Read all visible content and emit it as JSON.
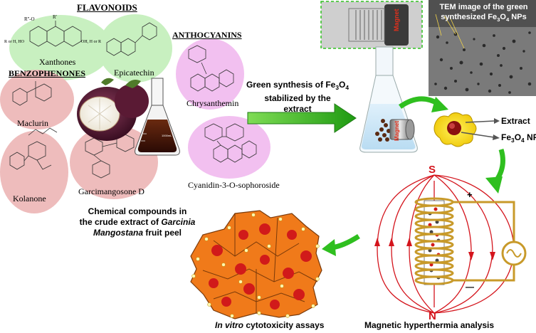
{
  "groups": {
    "flavonoids": "FLAVONOIDS",
    "anthocyanins": "ANTHOCYANINS",
    "benzophenones": "BENZOPHENONES"
  },
  "compounds": {
    "xanthones": "Xanthones",
    "epicatechin": "Epicatechin",
    "chrysanthemin": "Chrysanthemin",
    "maclurin": "Maclurin",
    "kolanone": "Kolanone",
    "garcimangosone": "Garcimangosone D",
    "cyanidin": "Cyanidin-3-O-sophoroside"
  },
  "xanthone_labels": {
    "r_left": "R or H, HO",
    "r_right": "OH, H or R",
    "r_top": "R'",
    "r_chain": "R''-O"
  },
  "caption_extract": {
    "line1": "Chemical compounds in",
    "line2_pre": "the crude extract of ",
    "line2_italic": "Garcinia",
    "line3_italic": "Mangostana",
    "line3_post": " fruit peel"
  },
  "synthesis": {
    "line1_pre": "Green synthesis of Fe",
    "line1_sub1": "3",
    "line1_mid": "O",
    "line1_sub2": "4",
    "line2": "stabilized by the",
    "line3": "extract"
  },
  "tem": {
    "line1": "TEM image of the green",
    "line2_pre": "synthesized Fe",
    "line2_sub1": "3",
    "line2_mid": "O",
    "line2_sub2": "4",
    "line2_post": "  NPs"
  },
  "magnet_label": "Magnet",
  "flask_label": "1000mL",
  "separation": {
    "extract": "Extract",
    "np_pre": "Fe",
    "np_sub1": "3",
    "np_mid": "O",
    "np_sub2": "4",
    "np_post": " NPs"
  },
  "poles": {
    "south": "S",
    "north": "N",
    "plus": "+",
    "minus": "—"
  },
  "captions": {
    "cyto_italic": "In vitro",
    "cyto_rest": " cytotoxicity assays",
    "hyperthermia": "Magnetic hyperthermia analysis"
  },
  "colors": {
    "flavonoid_bubble": "#c8f0c0",
    "anthocyanin_bubble": "#f2c0f0",
    "benzophenone_bubble": "#eebcbc",
    "field_lines": "#d4141c",
    "coil": "#d9b44a",
    "arrow_green": "#2fbf1f",
    "cell_orange": "#f07a1a",
    "np_red": "#d11a1a"
  }
}
